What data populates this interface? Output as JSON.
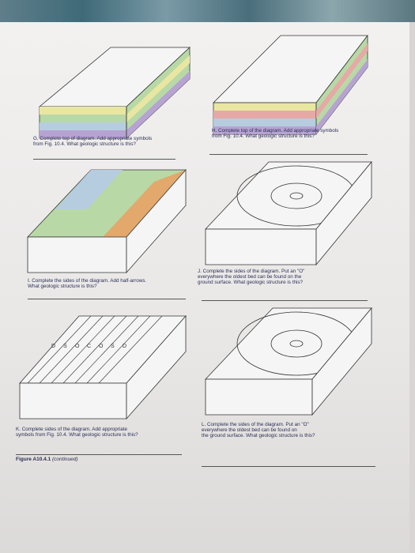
{
  "captions": {
    "G": "G. Complete top of diagram. Add appropriate symbols\n    from Fig. 10.4. What geologic structure is this?",
    "H": "H. Complete top of the diagram. Add appropriate symbols\n    from Fig. 10.4. What geologic structure is this?",
    "I": "I. Complete the sides of the diagram. Add half-arrows.\n   What geologic structure is this?",
    "J": "J. Complete the sides of the diagram. Put an \"O\"\n   everywhere the oldest bed can be found on the\n   ground surface. What geologic structure is this?",
    "K": "K. Complete sides of the diagram. Add appropriate\n    symbols from Fig. 10.4. What geologic structure is this?",
    "L": "L. Complete the sides of the diagram. Put an \"O\"\n   everywhere the oldest bed can be found on\n   the ground surface. What geologic structure is this?"
  },
  "k_bed_labels": [
    "D",
    "S",
    "O",
    "C",
    "O",
    "S",
    "D"
  ],
  "figure_label": {
    "number": "Figure A10.4.1",
    "note": "(continued)"
  },
  "colors": {
    "purple": "#b7a3d2",
    "green": "#b8d9a6",
    "yellow": "#e9e6a2",
    "blue": "#b6cde0",
    "orange": "#e3a86c",
    "pink": "#e6a9a6"
  }
}
